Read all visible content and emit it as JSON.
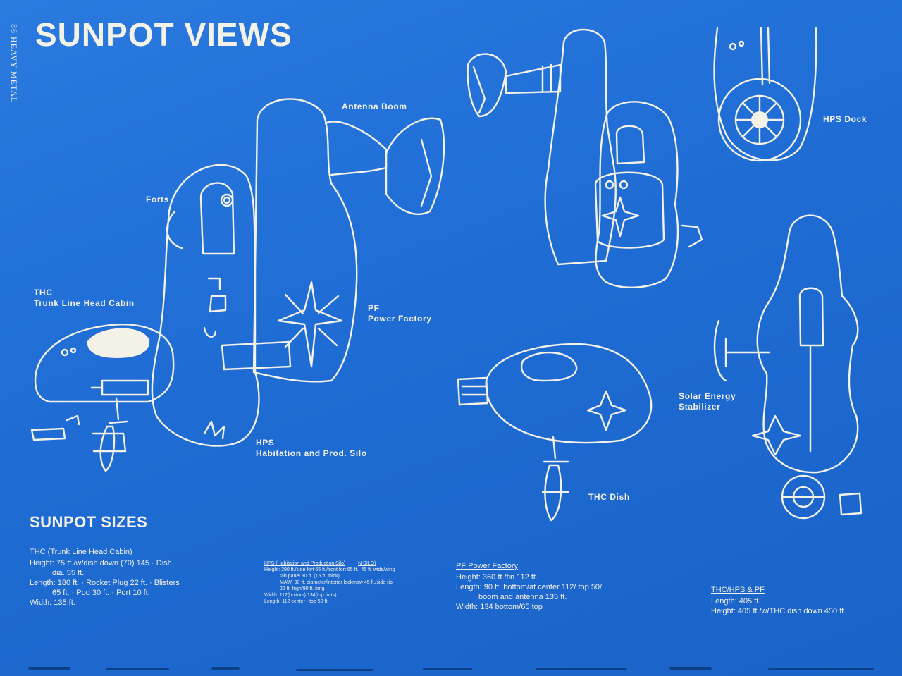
{
  "side_tag": "86 HEAVY METAL",
  "title": "SUNPOT VIEWS",
  "labels": {
    "antenna_boom": "Antenna Boom",
    "forts": "Forts",
    "thc_line1": "THC",
    "thc_line2": "Trunk Line Head Cabin",
    "pf_line1": "PF",
    "pf_line2": "Power Factory",
    "hps_line1": "HPS",
    "hps_line2": "Habitation and Prod. Silo",
    "hps_dock": "HPS Dock",
    "solar_line1": "Solar Energy",
    "solar_line2": "Stabilizer",
    "thc_dish": "THC Dish"
  },
  "sizes_title": "SUNPOT SIZES",
  "specs": {
    "thc": {
      "head": "THC (Trunk Line Head Cabin)",
      "l1": "Height: 75 ft./w/dish down (70) 145 · Dish",
      "l2": "dia. 55 ft.",
      "l3": "Length: 180 ft. · Rocket Plug 22 ft. · Blisters",
      "l4": "65 ft. · Pod 30 ft. · Port 10 ft.",
      "l5": "Width: 135 ft."
    },
    "hps": {
      "head": "HPS (Habitation and Production Silo)",
      "note": "N SILO)",
      "l1": "Height: 290 ft./side fort 65 ft./front fort 65 ft., 45 ft. wide/wing",
      "l2": "tab panel 90 ft. (15 ft. thick).",
      "l3": "MAW: 90 ft. diameter/interior lockmaw 45 ft./side rib",
      "l4": "22 ft. high/90 ft. long",
      "l5": "Width: 112(bottom) 134(top forts)",
      "l6": "Length: 112 center · top 50 ft."
    },
    "pf": {
      "head": "PF Power Factory",
      "l1": "Height: 360 ft./fin 112 ft.",
      "l2": "Length: 90 ft. bottom/at center 112/ top 50/",
      "l3": "boom and antenna 135 ft.",
      "l4": "Width: 134 bottom/65 top"
    },
    "combo": {
      "head": "THC/HPS & PF",
      "l1": "Length: 405 ft.",
      "l2": "Height: 405 ft./w/THC dish down 450 ft."
    }
  },
  "colors": {
    "background": "#1f6fd6",
    "ink": "#f4f1e6"
  }
}
